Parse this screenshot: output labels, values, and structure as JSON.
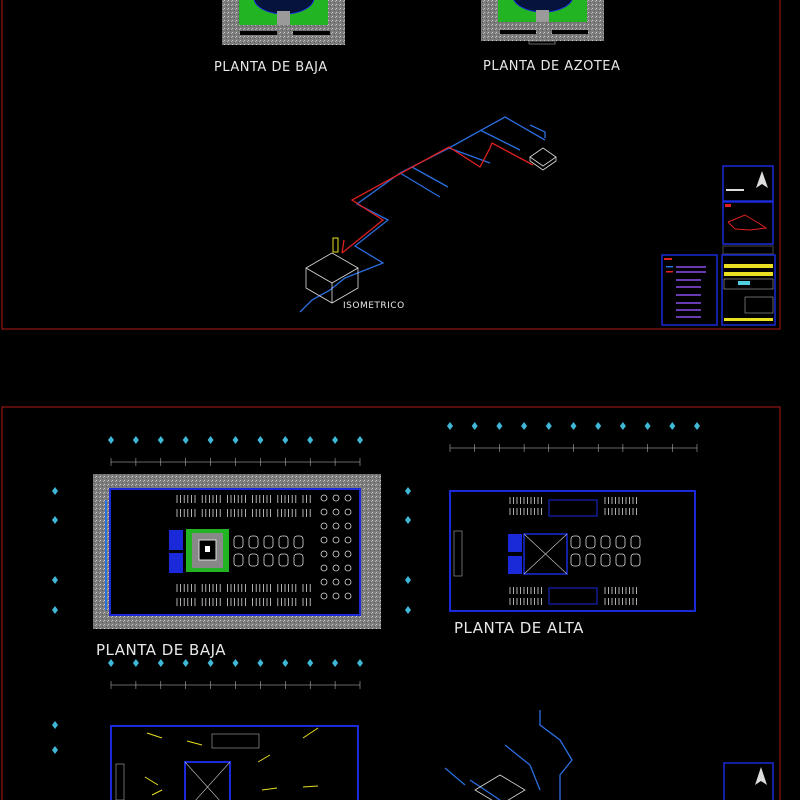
{
  "sheet_top": {
    "labels": {
      "planta_baja": "PLANTA DE BAJA",
      "planta_azotea": "PLANTA DE AZOTEA",
      "isometrico": "ISOMETRICO"
    }
  },
  "sheet_bottom": {
    "labels": {
      "planta_baja": "PLANTA DE BAJA",
      "planta_alta": "PLANTA DE ALTA"
    }
  },
  "colors": {
    "background": "#000000",
    "sheet_border": "#b01818",
    "water_cold": "#2a6fe0",
    "water_hot": "#e02020",
    "walls": "#1a2ad8",
    "garden": "#22b422",
    "hatch": "#9a9a9a",
    "axis_markers": "#3fb8d8",
    "annotations": "#e8e020"
  }
}
